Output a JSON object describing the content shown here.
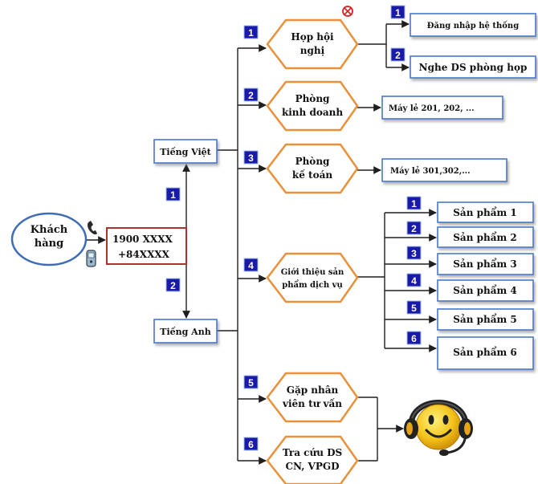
{
  "customer": {
    "label_line1": "Khách",
    "label_line2": "hàng"
  },
  "hotline": {
    "line1": "1900 XXXX",
    "line2": "+84XXXX"
  },
  "languages": {
    "vietnamese": {
      "label": "Tiếng Việt",
      "key": "1"
    },
    "english": {
      "label": "Tiếng Anh",
      "key": "2"
    }
  },
  "menu": [
    {
      "key": "1",
      "line1": "Họp hội",
      "line2": "nghị"
    },
    {
      "key": "2",
      "line1": "Phòng",
      "line2": "kinh doanh"
    },
    {
      "key": "3",
      "line1": "Phòng",
      "line2": "kế toán"
    },
    {
      "key": "4",
      "line1": "Giới thiệu sản",
      "line2": "phẩm dịch vụ"
    },
    {
      "key": "5",
      "line1": "Gặp nhân",
      "line2": "viên tư vấn"
    },
    {
      "key": "6",
      "line1": "Tra cứu DS",
      "line2": "CN, VPGD"
    }
  ],
  "meeting_options": [
    {
      "key": "1",
      "label": "Đăng nhập hệ thống"
    },
    {
      "key": "2",
      "label": "Nghe DS phòng họp"
    }
  ],
  "sales_ext": "Máy lẻ 201, 202, ...",
  "accounting_ext": "Máy lẻ 301,302,...",
  "products": [
    {
      "key": "1",
      "label": "Sản phẩm 1"
    },
    {
      "key": "2",
      "label": "Sản phẩm 2"
    },
    {
      "key": "3",
      "label": "Sản phẩm 3"
    },
    {
      "key": "4",
      "label": "Sản phẩm 4"
    },
    {
      "key": "5",
      "label": "Sản phẩm 5"
    },
    {
      "key": "6",
      "label": "Sản phẩm 6"
    }
  ],
  "colors": {
    "line": "#1f1f1f",
    "badge": "#1a1aa8",
    "hexagon_border": "#e8913a",
    "box_border": "#4a78c8",
    "hotline_border": "#b03030",
    "customer_border": "#3e6db5",
    "mark": "#d42020",
    "smiley": "#f4c21c",
    "headset": "#222222"
  },
  "icons": [
    "phone-icon",
    "mobile-phone-icon",
    "operator-headset-icon",
    "red-mark-icon"
  ]
}
